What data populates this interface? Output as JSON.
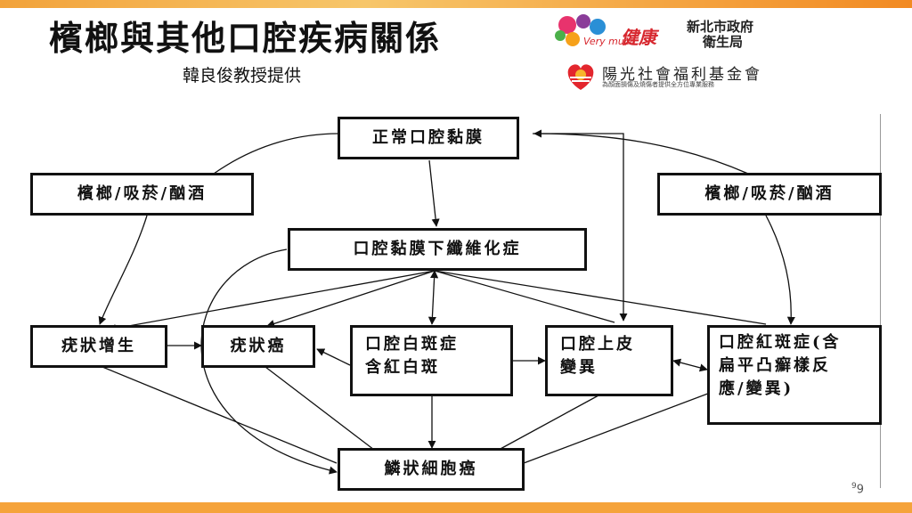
{
  "slide": {
    "title": "檳榔與其他口腔疾病關係",
    "subtitle": "韓良俊教授提供",
    "page_number": "9",
    "page_number_sup": "9"
  },
  "logos": {
    "health_brand": "健康",
    "health_slogan": "Very much",
    "health_dept_line1": "新北市政府",
    "health_dept_line2": "衛生局",
    "sunshine_name": "陽光社會福利基金會",
    "sunshine_tagline": "為顏面損傷及燒傷者提供全方位專業服務"
  },
  "diagram": {
    "nodes": {
      "normal_mucosa": "正常口腔黏膜",
      "risk_left": "檳榔/吸菸/酗酒",
      "risk_right": "檳榔/吸菸/酗酒",
      "osf": "口腔黏膜下纖維化症",
      "verrucous_hyperplasia": "疣狀增生",
      "verrucous_carcinoma": "疣狀癌",
      "leukoplakia_line1": "口腔白斑症",
      "leukoplakia_line2": "含紅白斑",
      "epithelial_dysplasia_line1": "口腔上皮",
      "epithelial_dysplasia_line2": "變異",
      "erythroplakia_line1": "口腔紅斑症(含",
      "erythroplakia_line2": "扁平凸癬樣反",
      "erythroplakia_line3": "應/變異)",
      "scc": "鱗狀細胞癌"
    }
  }
}
